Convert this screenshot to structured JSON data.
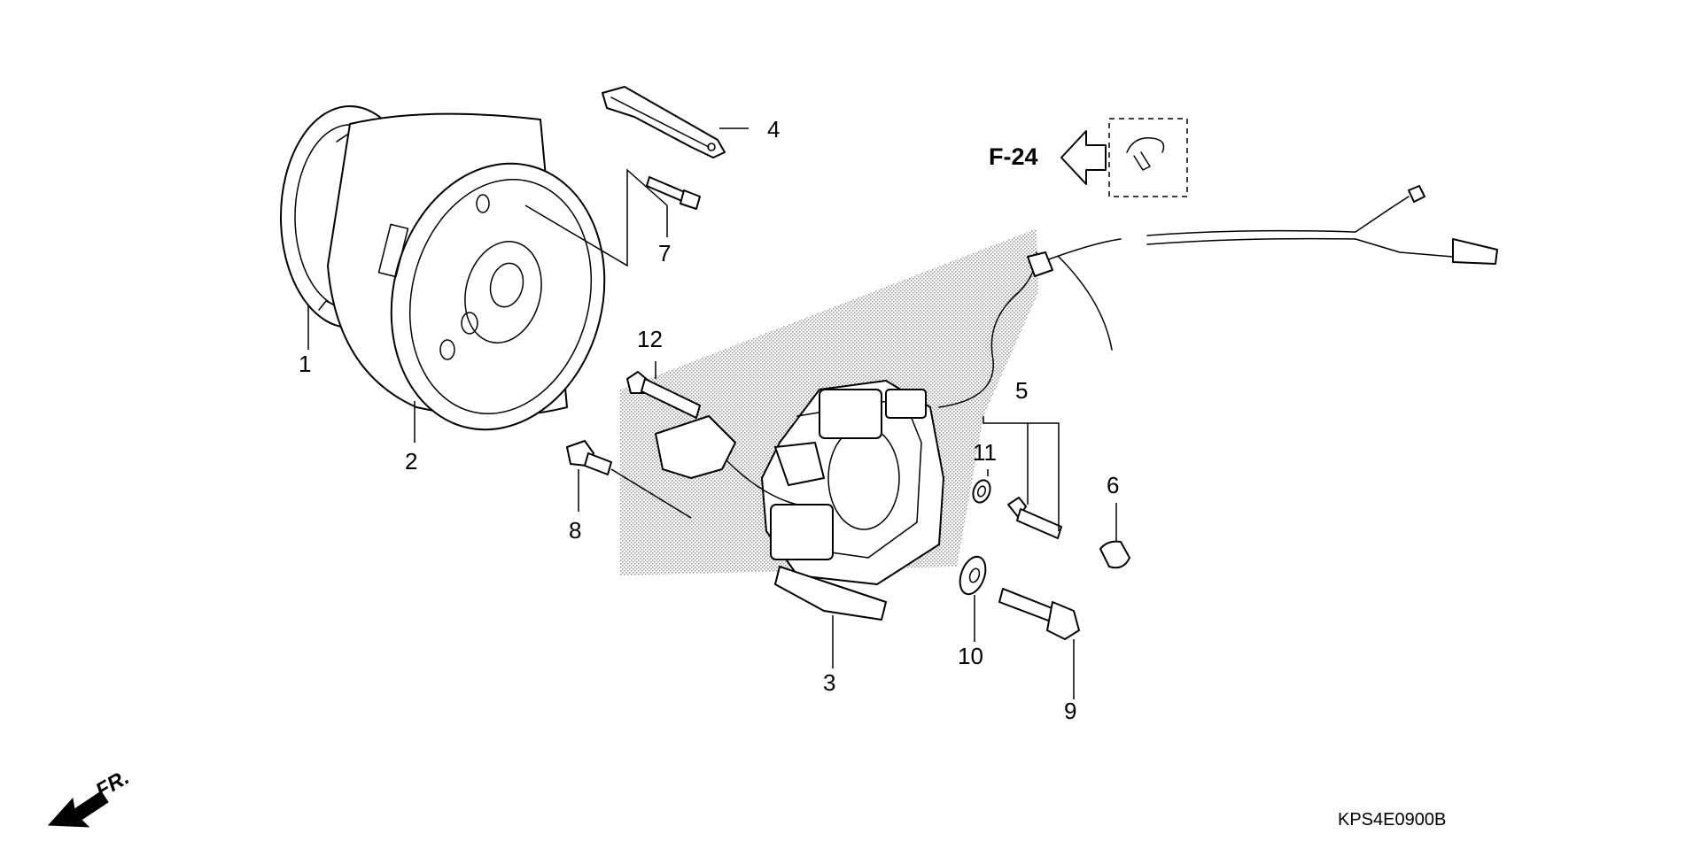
{
  "diagram": {
    "parts": [
      {
        "id": "1",
        "label": "1"
      },
      {
        "id": "2",
        "label": "2"
      },
      {
        "id": "3",
        "label": "3"
      },
      {
        "id": "4",
        "label": "4"
      },
      {
        "id": "5",
        "label": "5"
      },
      {
        "id": "6",
        "label": "6"
      },
      {
        "id": "7",
        "label": "7"
      },
      {
        "id": "8",
        "label": "8"
      },
      {
        "id": "9",
        "label": "9"
      },
      {
        "id": "10",
        "label": "10"
      },
      {
        "id": "11",
        "label": "11"
      },
      {
        "id": "12",
        "label": "12"
      }
    ],
    "reference": "F-24",
    "direction_label": "FR.",
    "code": "KPS4E0900B"
  },
  "colors": {
    "line": "#000000",
    "background": "#ffffff",
    "stipple": "#8c8c8c"
  },
  "icons": [
    "front-direction-arrow-icon",
    "reference-arrow-icon",
    "harness-clamp-icon"
  ]
}
